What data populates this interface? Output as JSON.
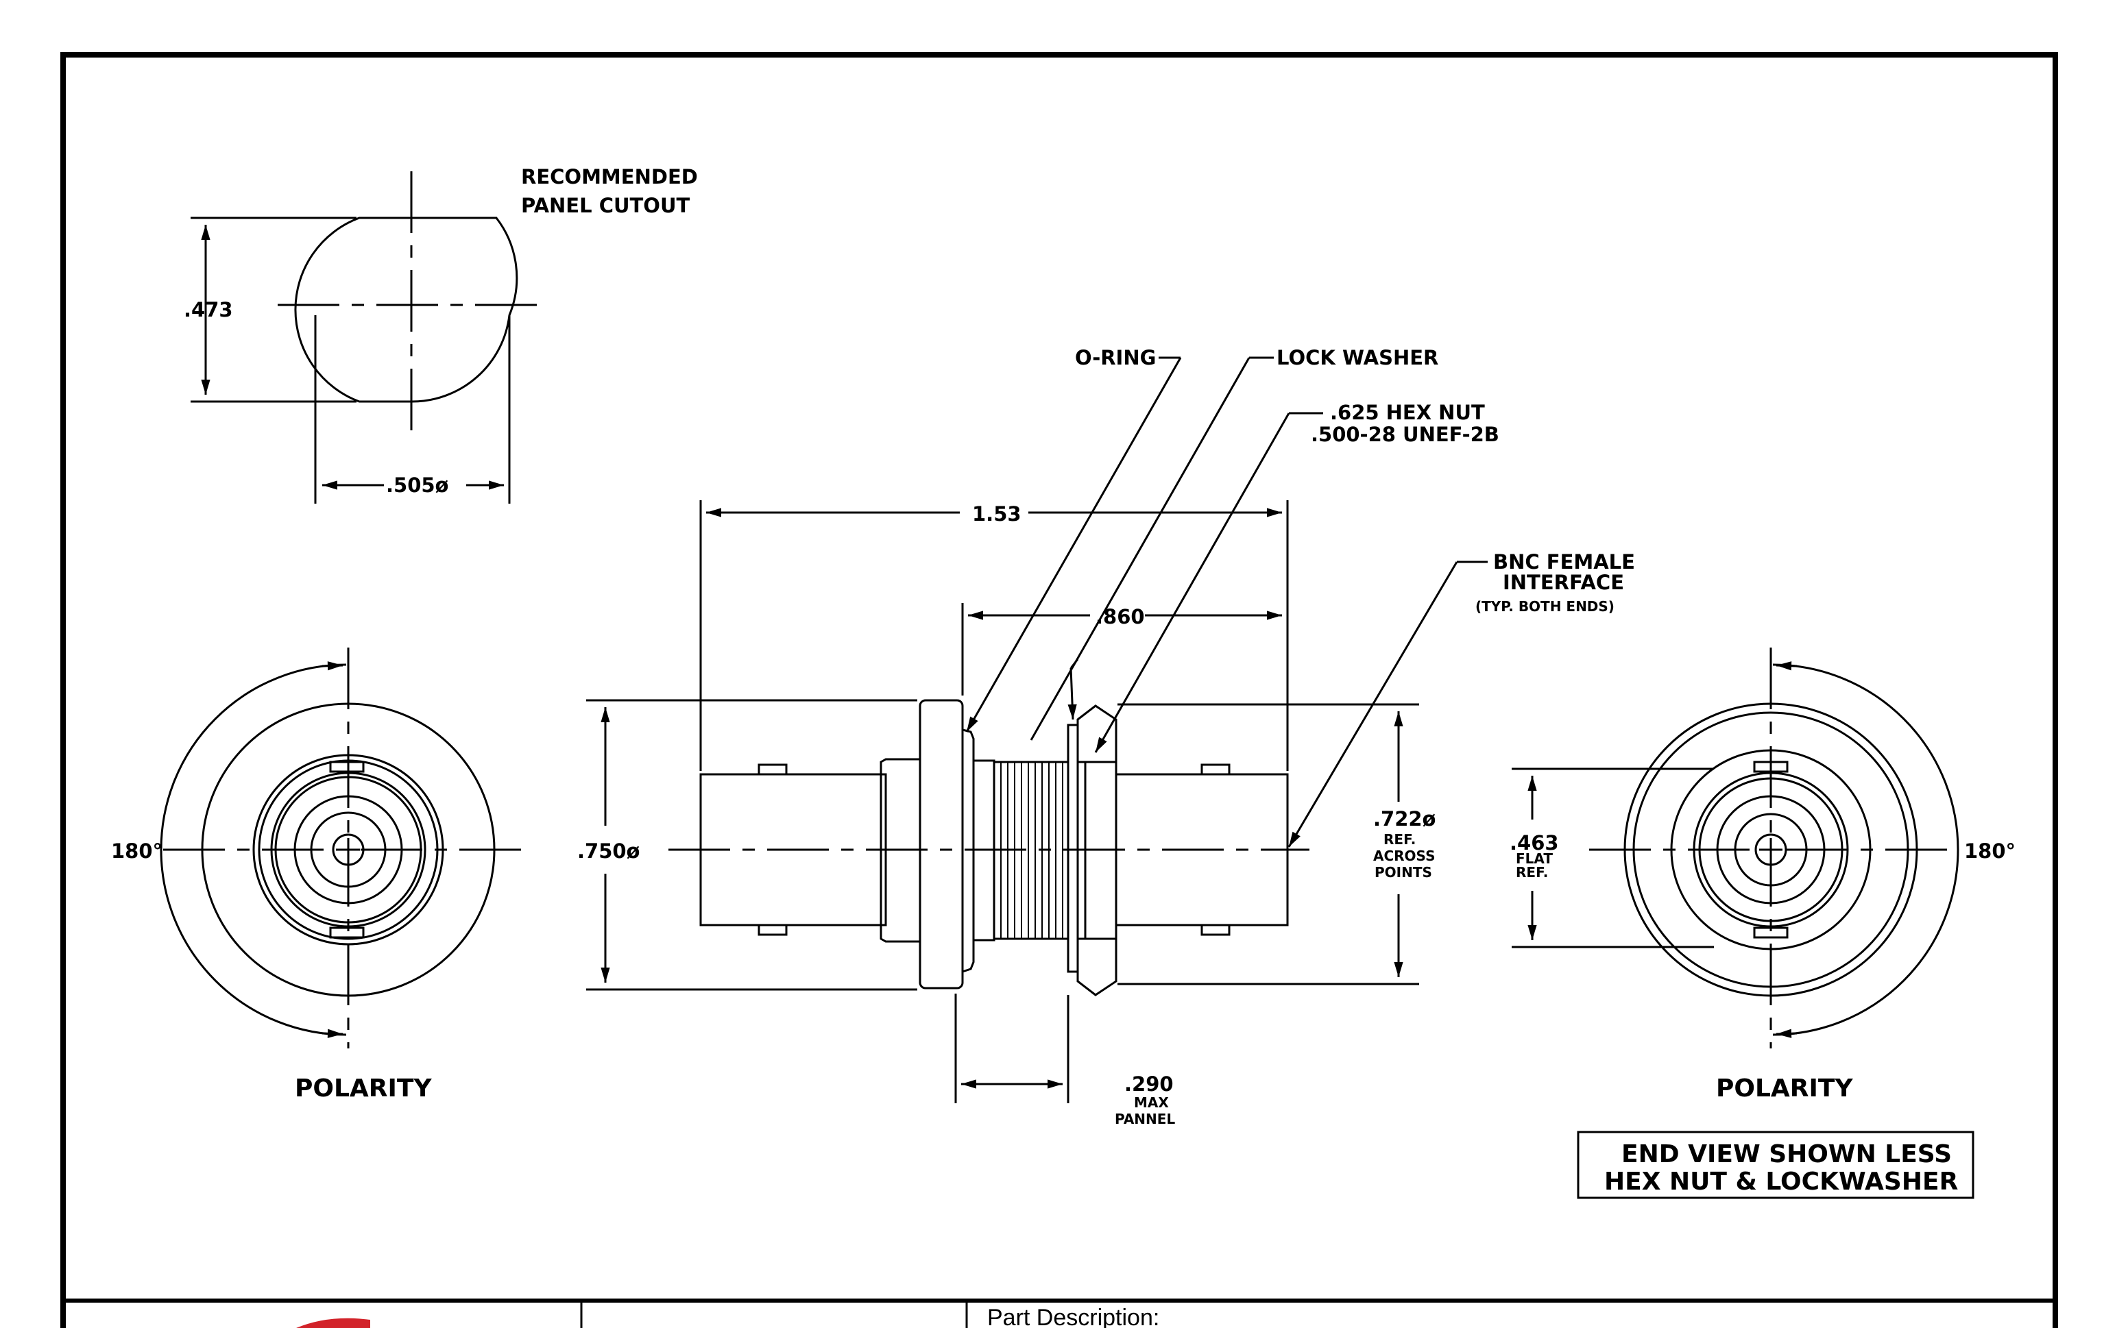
{
  "cutout": {
    "title_line1": "RECOMMENDED",
    "title_line2": "PANEL CUTOUT",
    "height_dim": ".473",
    "width_dim": ".505ø"
  },
  "callouts": {
    "oring": "O-RING",
    "lock_washer": "LOCK WASHER",
    "hex_nut_line1": ".625 HEX NUT",
    "hex_nut_line2": ".500-28 UNEF-2B",
    "bnc_line1": "BNC FEMALE",
    "bnc_line2": "INTERFACE",
    "bnc_line3": "(TYP. BOTH ENDS)"
  },
  "dimensions": {
    "overall_length": "1.53",
    "body_length": ".860",
    "flange_dia": ".750ø",
    "across_points_main": ".722ø",
    "across_points_sub1": "REF.",
    "across_points_sub2": "ACROSS",
    "across_points_sub3": "POINTS",
    "flat_main": ".463",
    "flat_sub1": "FLAT",
    "flat_sub2": "REF.",
    "panel_main": ".290",
    "panel_sub1": "MAX",
    "panel_sub2": "PANNEL"
  },
  "end_views": {
    "left_angle": "180°",
    "right_angle": "180°",
    "left_caption": "POLARITY",
    "right_caption": "POLARITY"
  },
  "note": {
    "line1": "END VIEW SHOWN LESS",
    "line2": "HEX NUT & LOCKWASHER"
  },
  "title_block": {
    "part_description_label": "Part Description:",
    "logo_accent_color": "#d2232a"
  }
}
